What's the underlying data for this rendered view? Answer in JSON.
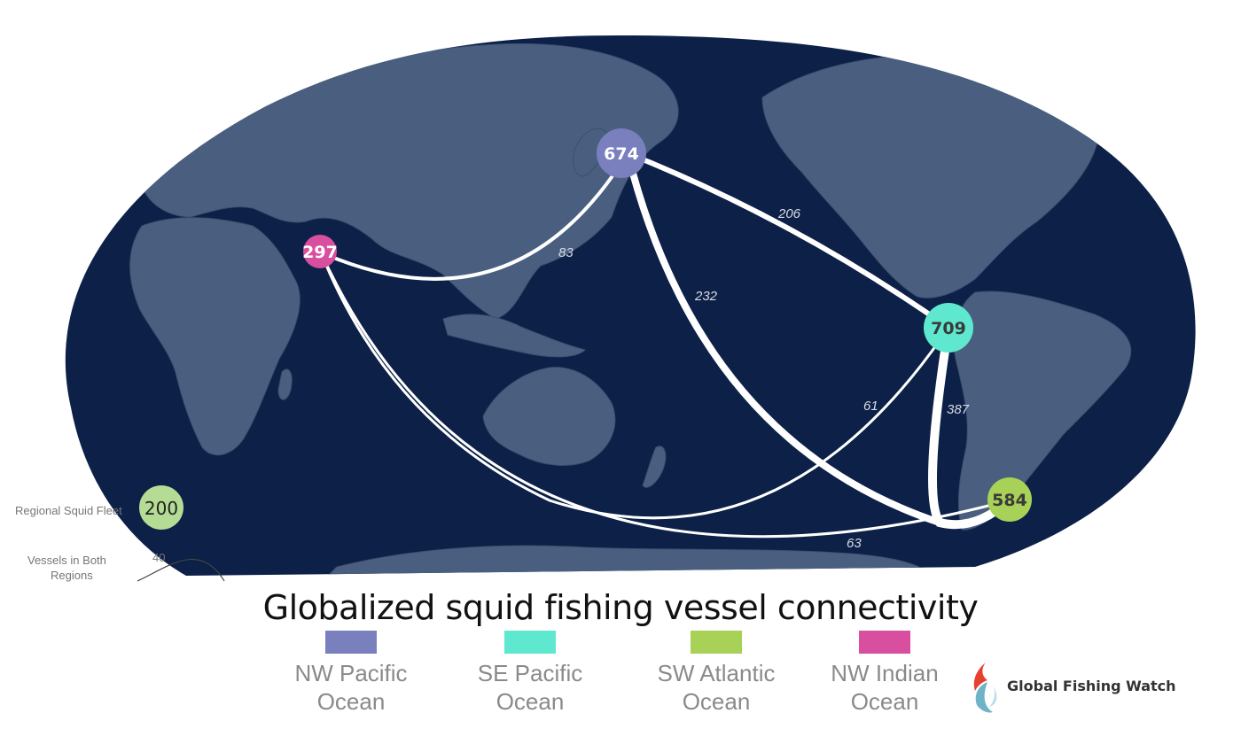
{
  "title": "Globalized squid fishing vessel connectivity",
  "colors": {
    "ocean": "#0c2048",
    "land": "#4a5f80",
    "flow": "#ffffff",
    "nw_pacific": "#7a7fbd",
    "se_pacific": "#5fe8d0",
    "sw_atlantic": "#a8d157",
    "nw_indian": "#d94fa0"
  },
  "nodes": [
    {
      "id": "nw_pacific",
      "value": "674",
      "color": "#7a7fbd"
    },
    {
      "id": "se_pacific",
      "value": "709",
      "color": "#5fe8d0"
    },
    {
      "id": "sw_atlantic",
      "value": "584",
      "color": "#a8d157"
    },
    {
      "id": "nw_indian",
      "value": "297",
      "color": "#d94fa0"
    }
  ],
  "flows": [
    {
      "from": "nw_pacific",
      "to": "se_pacific",
      "value": 206,
      "label": "206"
    },
    {
      "from": "nw_pacific",
      "to": "nw_indian",
      "value": 83,
      "label": "83"
    },
    {
      "from": "nw_pacific",
      "to": "sw_atlantic",
      "value": 232,
      "label": "232"
    },
    {
      "from": "se_pacific",
      "to": "sw_atlantic",
      "value": 387,
      "label": "387"
    },
    {
      "from": "se_pacific",
      "to": "nw_indian",
      "value": 61,
      "label": "61"
    },
    {
      "from": "nw_indian",
      "to": "sw_atlantic",
      "value": 63,
      "label": "63"
    }
  ],
  "key": {
    "fleet_label": "Regional Squid Fleet",
    "fleet_value": "200",
    "vessels_label_1": "Vessels in Both",
    "vessels_label_2": "Regions",
    "vessels_value": "40"
  },
  "legend": [
    {
      "line1": "NW Pacific",
      "line2": "Ocean",
      "color": "#7a7fbd"
    },
    {
      "line1": "SE Pacific",
      "line2": "Ocean",
      "color": "#5fe8d0"
    },
    {
      "line1": "SW Atlantic",
      "line2": "Ocean",
      "color": "#a8d157"
    },
    {
      "line1": "NW Indian",
      "line2": "Ocean",
      "color": "#d94fa0"
    }
  ],
  "brand": {
    "name": "Global Fishing Watch",
    "icon": "fish-logo-icon"
  }
}
